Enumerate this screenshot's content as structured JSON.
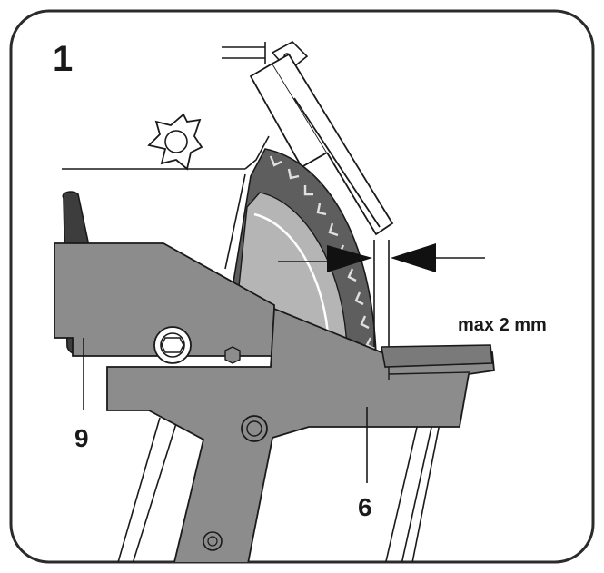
{
  "figure": {
    "step_number": "1",
    "gap_label": "max 2 mm",
    "callouts": {
      "part_9": "9",
      "part_6": "6"
    }
  },
  "colors": {
    "frame": "#2b2b2b",
    "part_gray": "#8c8c8c",
    "blade_disc": "#b5b5b5",
    "blade_teeth": "#5e5e5e",
    "line": "#1a1a1a",
    "background": "#ffffff"
  }
}
